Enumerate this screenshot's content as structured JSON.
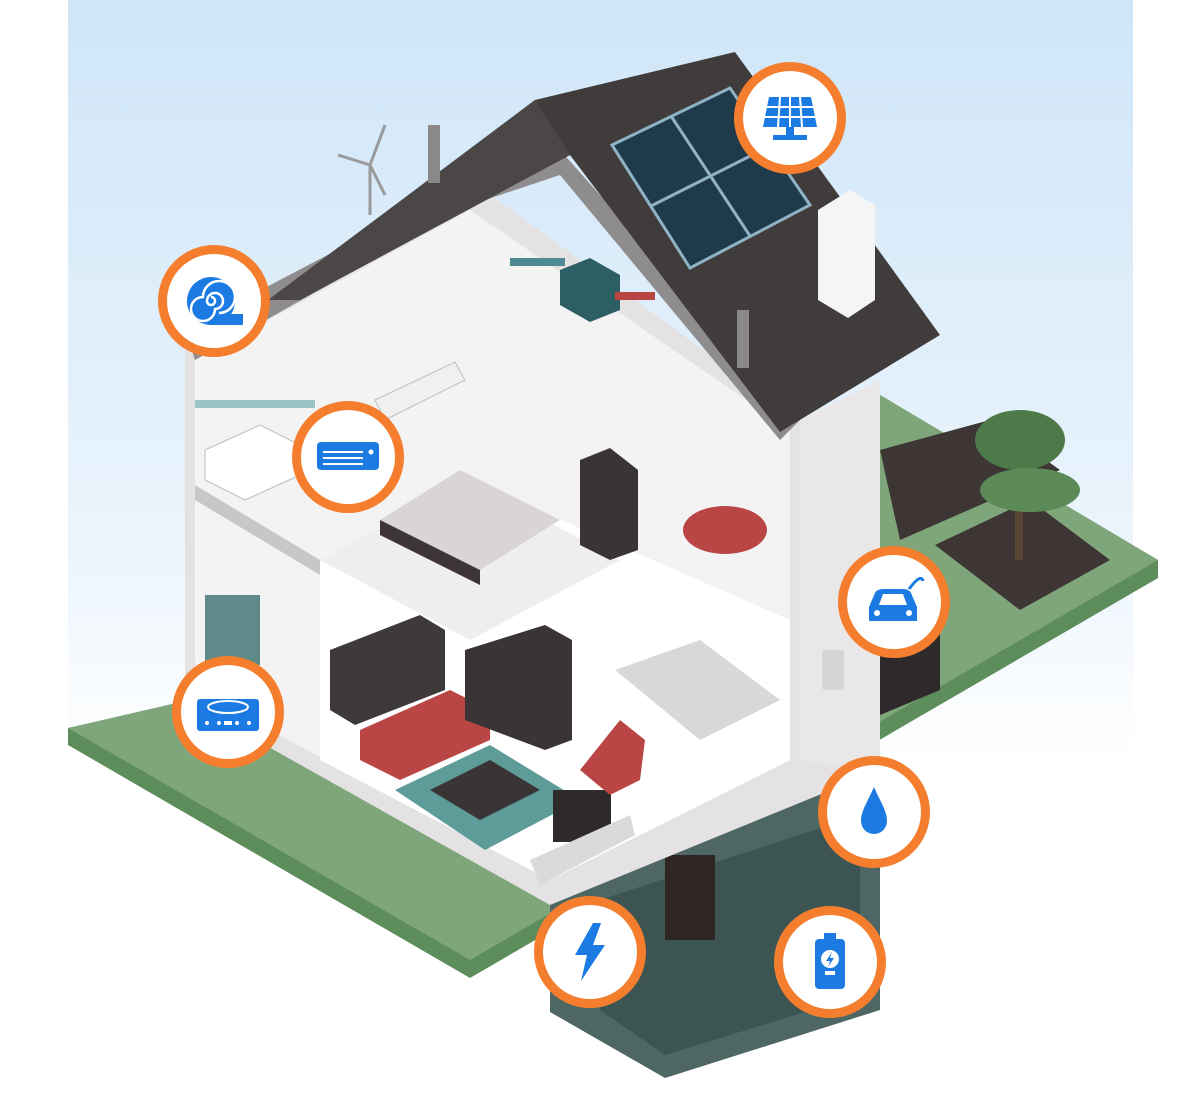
{
  "colors": {
    "badge_ring": "#F47E2E",
    "icon_blue": "#1B7BE3",
    "roof": "#3F3C3B",
    "ground": "#7FA67B",
    "sky": "#CFE6F8",
    "basement": "#4E6764"
  },
  "features": [
    {
      "id": "solar",
      "icon": "solar-panel-icon"
    },
    {
      "id": "insulation",
      "icon": "insulation-roll-icon"
    },
    {
      "id": "air-conditioner",
      "icon": "air-conditioner-icon"
    },
    {
      "id": "ev-charging",
      "icon": "electric-car-icon"
    },
    {
      "id": "induction-cooktop",
      "icon": "induction-cooktop-icon"
    },
    {
      "id": "water",
      "icon": "water-drop-icon"
    },
    {
      "id": "electricity",
      "icon": "lightning-bolt-icon"
    },
    {
      "id": "battery",
      "icon": "battery-icon"
    }
  ]
}
